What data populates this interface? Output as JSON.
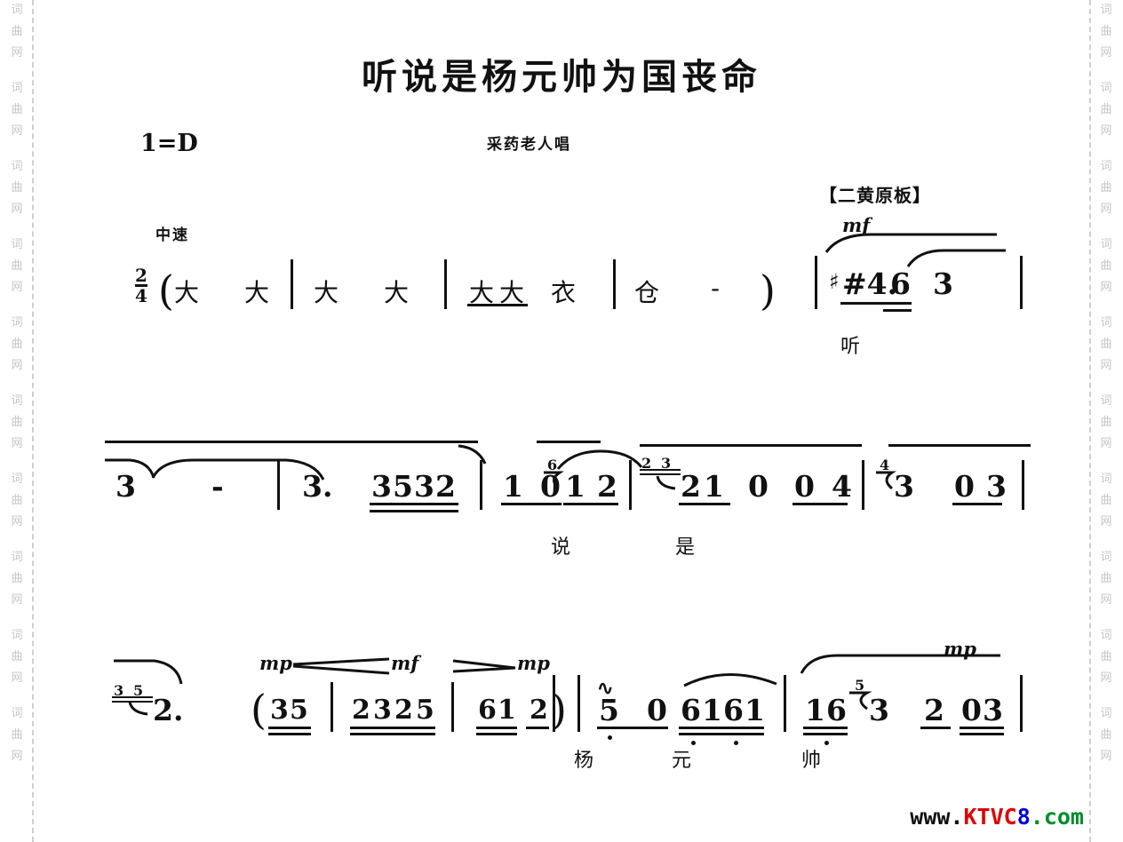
{
  "page": {
    "title": "听说是杨元帅为国丧命",
    "composer_credit": "采药老人唱",
    "key_signature": "1=D",
    "tempo_marking": "中速",
    "style_banner": "【二黄原板】",
    "time_signature": {
      "numerator": "2",
      "denominator": "4"
    }
  },
  "watermarks": {
    "side_text_chars": [
      "词",
      "曲",
      "网"
    ],
    "site": {
      "www": "www.",
      "ktvc": "KTVC",
      "eight": "8",
      "dotcom": ".com",
      "full": "www.KTVC8.com",
      "colors": {
        "www": "#111111",
        "ktvc": "#e00000",
        "eight": "#0000e0",
        "dotcom": "#008f2a"
      }
    }
  },
  "score": {
    "lines": [
      {
        "id": "line-1",
        "percussion_intro": {
          "open_paren": "(",
          "close_paren": ")",
          "syllables": [
            "大",
            "大",
            "大",
            "大",
            "大",
            "大",
            "衣",
            "仓",
            "-"
          ]
        },
        "dynamic": "mf",
        "measures": [
          {
            "notes": [
              "#4.",
              "6",
              "3"
            ]
          }
        ],
        "lyrics": [
          "听"
        ]
      },
      {
        "id": "line-2",
        "measures": [
          {
            "notes": [
              "3",
              "-"
            ]
          },
          {
            "notes": [
              "3.",
              "3",
              "5",
              "3",
              "2"
            ]
          },
          {
            "notes": [
              "1",
              "0",
              "1",
              "2"
            ],
            "grace": [
              "6"
            ]
          },
          {
            "notes": [
              "2",
              "1",
              "0",
              "0",
              "4"
            ],
            "grace": [
              "2",
              "3"
            ]
          },
          {
            "notes": [
              "3",
              "0",
              "3"
            ],
            "grace": [
              "4"
            ]
          }
        ],
        "lyrics": [
          "说",
          "是"
        ]
      },
      {
        "id": "line-3",
        "pickup": {
          "grace": [
            "3",
            "5"
          ],
          "note": "2."
        },
        "dynamics": [
          "mp",
          "mf",
          "mp"
        ],
        "measures": [
          {
            "notes": [
              "3",
              "5"
            ],
            "open_paren": "("
          },
          {
            "notes": [
              "2",
              "3",
              "2",
              "5"
            ]
          },
          {
            "notes": [
              "6",
              "1",
              "2"
            ],
            "close_paren": ")"
          },
          {
            "notes": [
              "5",
              "0",
              "6",
              "1",
              "6",
              "1"
            ],
            "ornament": "mordent"
          },
          {
            "notes": [
              "1",
              "6",
              "3",
              "2",
              "0",
              "3"
            ],
            "grace": [
              "5"
            ]
          }
        ],
        "lyrics": [
          "杨",
          "元",
          "帅"
        ]
      }
    ]
  }
}
